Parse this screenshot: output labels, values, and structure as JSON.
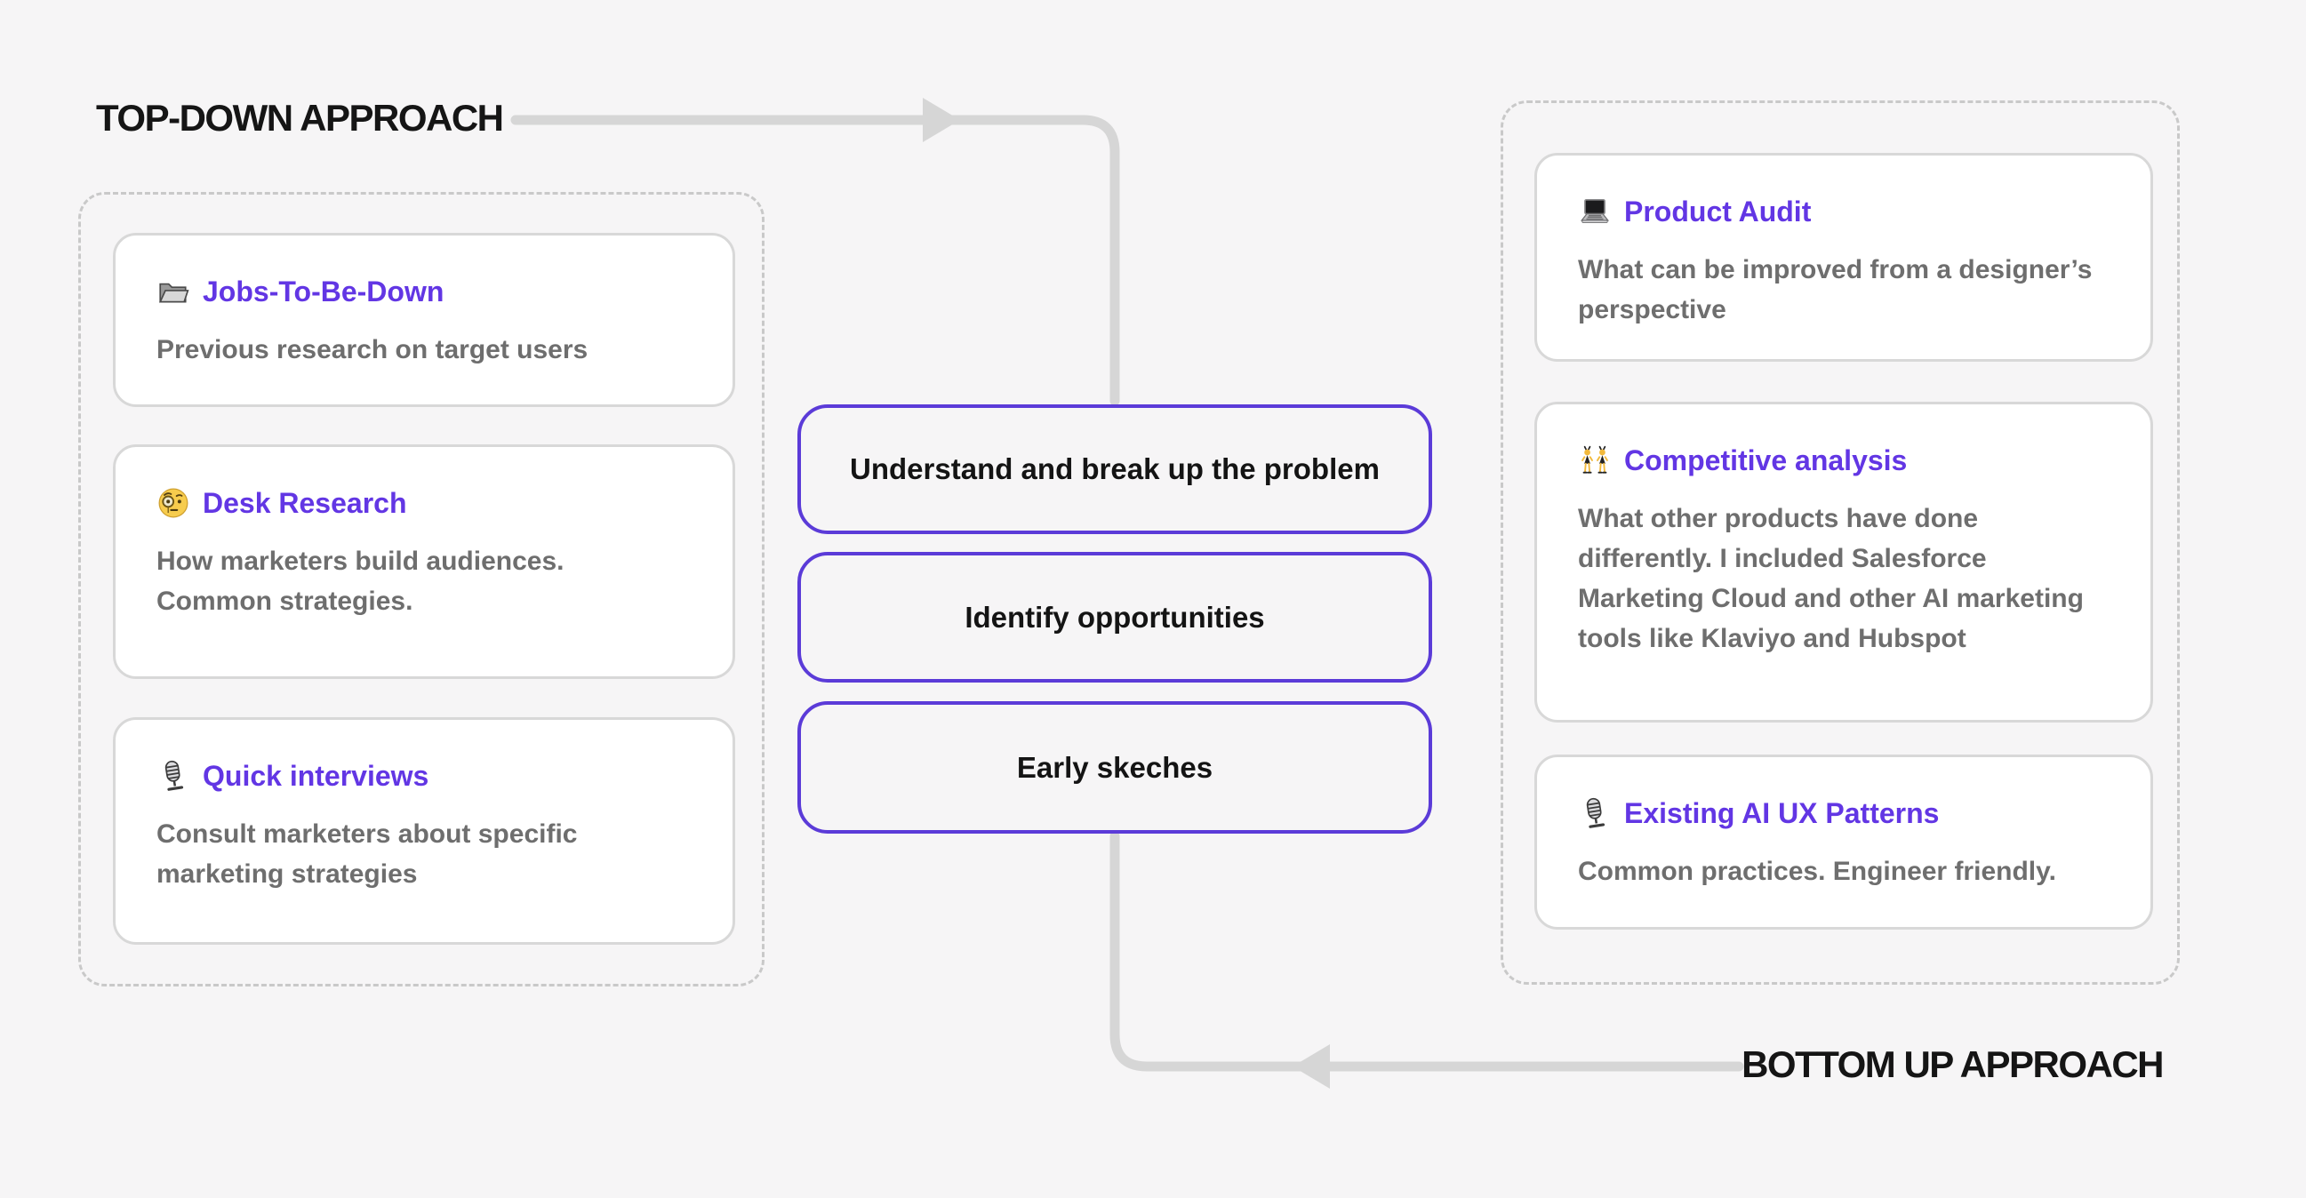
{
  "diagram": {
    "top_label": "TOP-DOWN APPROACH",
    "bottom_label": "BOTTOM UP APPROACH",
    "steps": [
      "Understand and break up the problem",
      "Identify opportunities",
      "Early skeches"
    ],
    "left_panel": {
      "cards": [
        {
          "icon": "open-folder-icon",
          "title": "Jobs-To-Be-Down",
          "body": "Previous research on target users"
        },
        {
          "icon": "monocle-face-icon",
          "title": "Desk Research",
          "body": "How marketers build audiences.\nCommon strategies."
        },
        {
          "icon": "microphone-icon",
          "title": "Quick interviews",
          "body": "Consult marketers about specific\nmarketing strategies"
        }
      ]
    },
    "right_panel": {
      "cards": [
        {
          "icon": "laptop-icon",
          "title": "Product Audit",
          "body": "What can be improved from a designer’s\nperspective"
        },
        {
          "icon": "dancing-women-icon",
          "title": "Competitive analysis",
          "body": "What other products have done\ndifferently. I included Salesforce\nMarketing Cloud and other AI marketing\ntools like Klaviyo and Hubspot"
        },
        {
          "icon": "microphone-icon",
          "title": "Existing AI UX Patterns",
          "body": "Common practices. Engineer friendly."
        }
      ]
    },
    "colors": {
      "background": "#F6F5F6",
      "step_border_purple": "#5B3BD8",
      "link_purple": "#6236E4",
      "body_gray": "#6E6E6E",
      "arrow_gray": "#D6D6D6",
      "card_border_gray": "#D8D8D8",
      "dashed_border_gray": "#C9C9C9",
      "label_black": "#151515"
    }
  }
}
